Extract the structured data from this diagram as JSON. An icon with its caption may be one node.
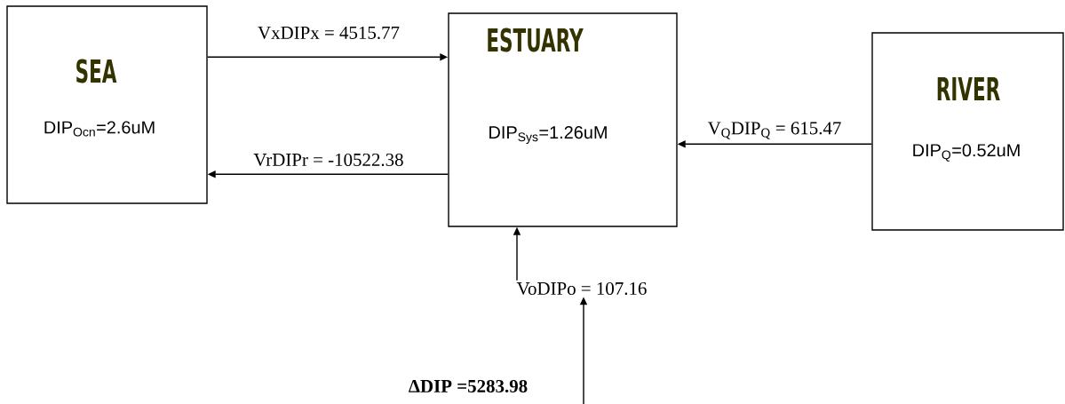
{
  "diagram": {
    "nodes": [
      {
        "text": [
          "SEA",
          "DIP$_{Ocn}$=2.6uM"
        ]
      },
      {
        "text": [
          "ESTUARY",
          "DIP$_{Sys}$=1.26uM"
        ]
      },
      {
        "text": [
          "RIVER",
          "DIP$_{Q}$=0.52uM"
        ]
      },
      {
        "text": [
          "VoDIPo =  107.16"
        ]
      },
      {
        "text": [
          "ΔDIP =5283.98"
        ]
      }
    ],
    "edges": [
      {
        "from": 0,
        "to": 1,
        "arrow": "to",
        "label": "VxDIPx = 4515.77"
      },
      {
        "from": 1,
        "to": 0,
        "arrow": "to",
        "label": "VrDIPr = -10522.38"
      },
      {
        "from": 2,
        "to": 1,
        "arrow": "to",
        "label": "V$_{Q}$DIP$_{Q}$ = 615.47"
      },
      {
        "from": 3,
        "to": 1,
        "arrow": "to"
      },
      {
        "from": null,
        "to": 3,
        "arrow": "to"
      }
    ]
  }
}
